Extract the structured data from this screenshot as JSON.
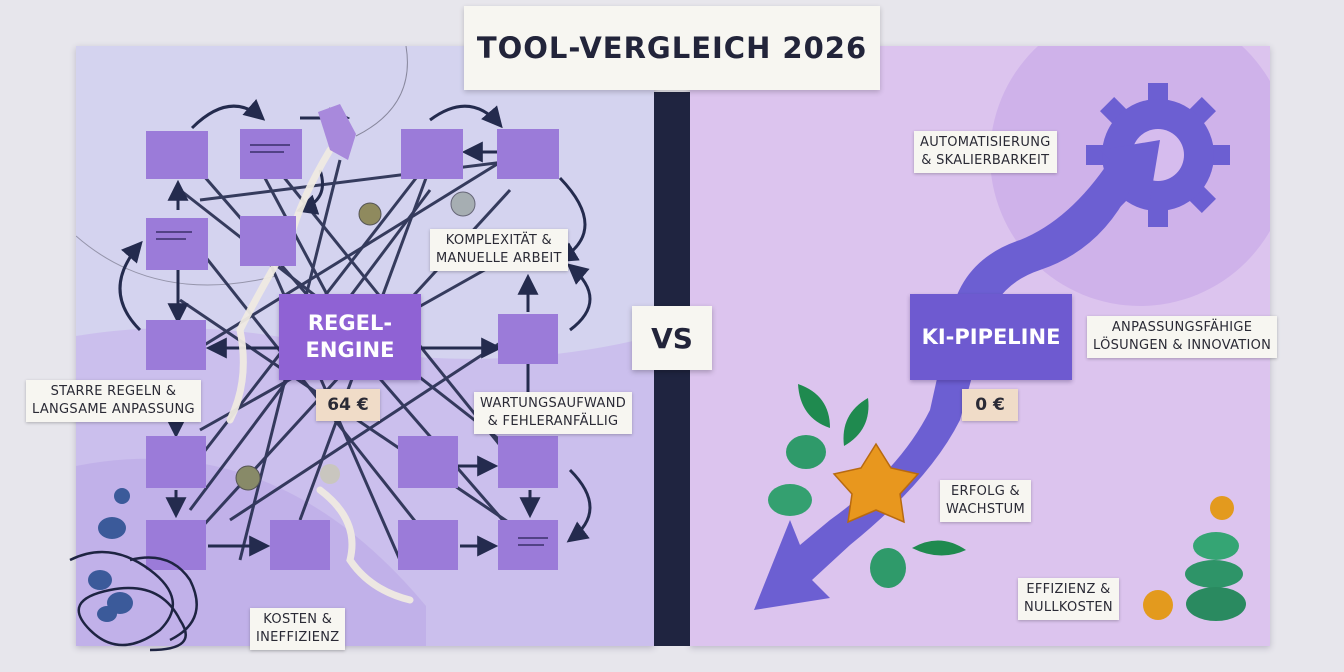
{
  "title": "TOOL-VERGLEICH 2026",
  "vs_label": "VS",
  "left": {
    "engine_line1": "REGEL-",
    "engine_line2": "ENGINE",
    "price": "64 €",
    "labels": {
      "complexity_1": "KOMPLEXITÄT &",
      "complexity_2": "MANUELLE ARBEIT",
      "rigid_1": "STARRE REGELN &",
      "rigid_2": "LANGSAME ANPASSUNG",
      "maintenance_1": "WARTUNGSAUFWAND",
      "maintenance_2": "& FEHLERANFÄLLIG",
      "costs_1": "KOSTEN &",
      "costs_2": "INEFFIZIENZ"
    }
  },
  "right": {
    "engine": "KI-PIPELINE",
    "price": "0 €",
    "labels": {
      "automation_1": "AUTOMATISIERUNG",
      "automation_2": "& SKALIERBARKEIT",
      "adaptive_1": "ANPASSUNGSFÄHIGE",
      "adaptive_2": "LÖSUNGEN & INNOVATION",
      "success_1": "ERFOLG &",
      "success_2": "WACHSTUM",
      "efficiency_1": "EFFIZIENZ &",
      "efficiency_2": "NULLKOSTEN"
    }
  },
  "colors": {
    "node": "#9b7bd9",
    "engine_left": "#8f62d4",
    "engine_right": "#6e5ad0",
    "arrow": "#6c5fd2",
    "string": "#242b4e",
    "divider": "#1f2440"
  }
}
